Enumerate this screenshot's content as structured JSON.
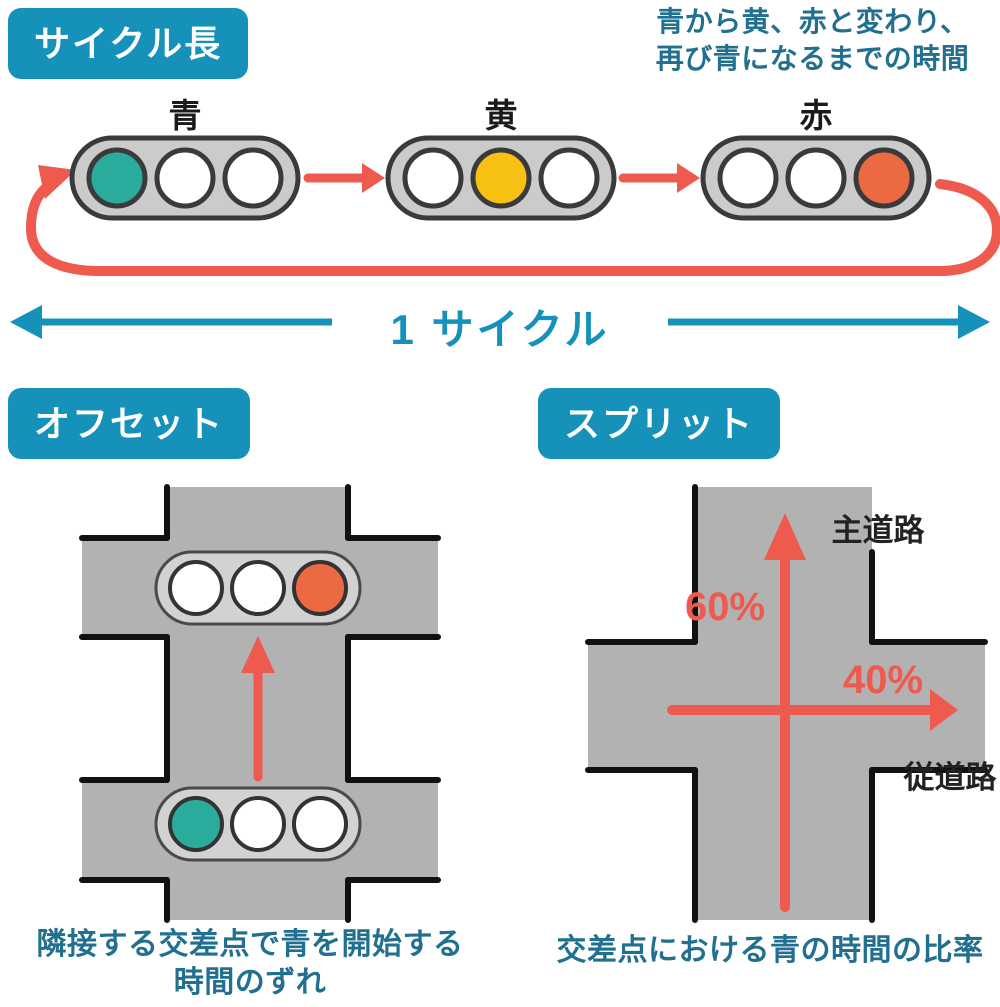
{
  "colors": {
    "badge": "#1691ba",
    "ink": "#21708f",
    "red": "#ee5a4e",
    "lamp-green": "#2aab9c",
    "lamp-yellow": "#f6c113",
    "lamp-red": "#ec6a42",
    "road": "#b2b2b2",
    "pill": "#cbcbcb"
  },
  "cycle": {
    "badge": "サイクル長",
    "annotation_line1": "青から黄、赤と変わり、",
    "annotation_line2": "再び青になるまでの時間",
    "lights": [
      {
        "label": "青",
        "active": "green"
      },
      {
        "label": "黄",
        "active": "yellow"
      },
      {
        "label": "赤",
        "active": "red"
      }
    ],
    "span_label": "1 サイクル"
  },
  "offset": {
    "badge": "オフセット",
    "caption_line1": "隣接する交差点で青を開始する",
    "caption_line2": "時間のずれ"
  },
  "split": {
    "badge": "スプリット",
    "main_road_label": "主道路",
    "minor_road_label": "従道路",
    "main_road_percent": "60%",
    "minor_road_percent": "40%",
    "caption": "交差点における青の時間の比率"
  }
}
